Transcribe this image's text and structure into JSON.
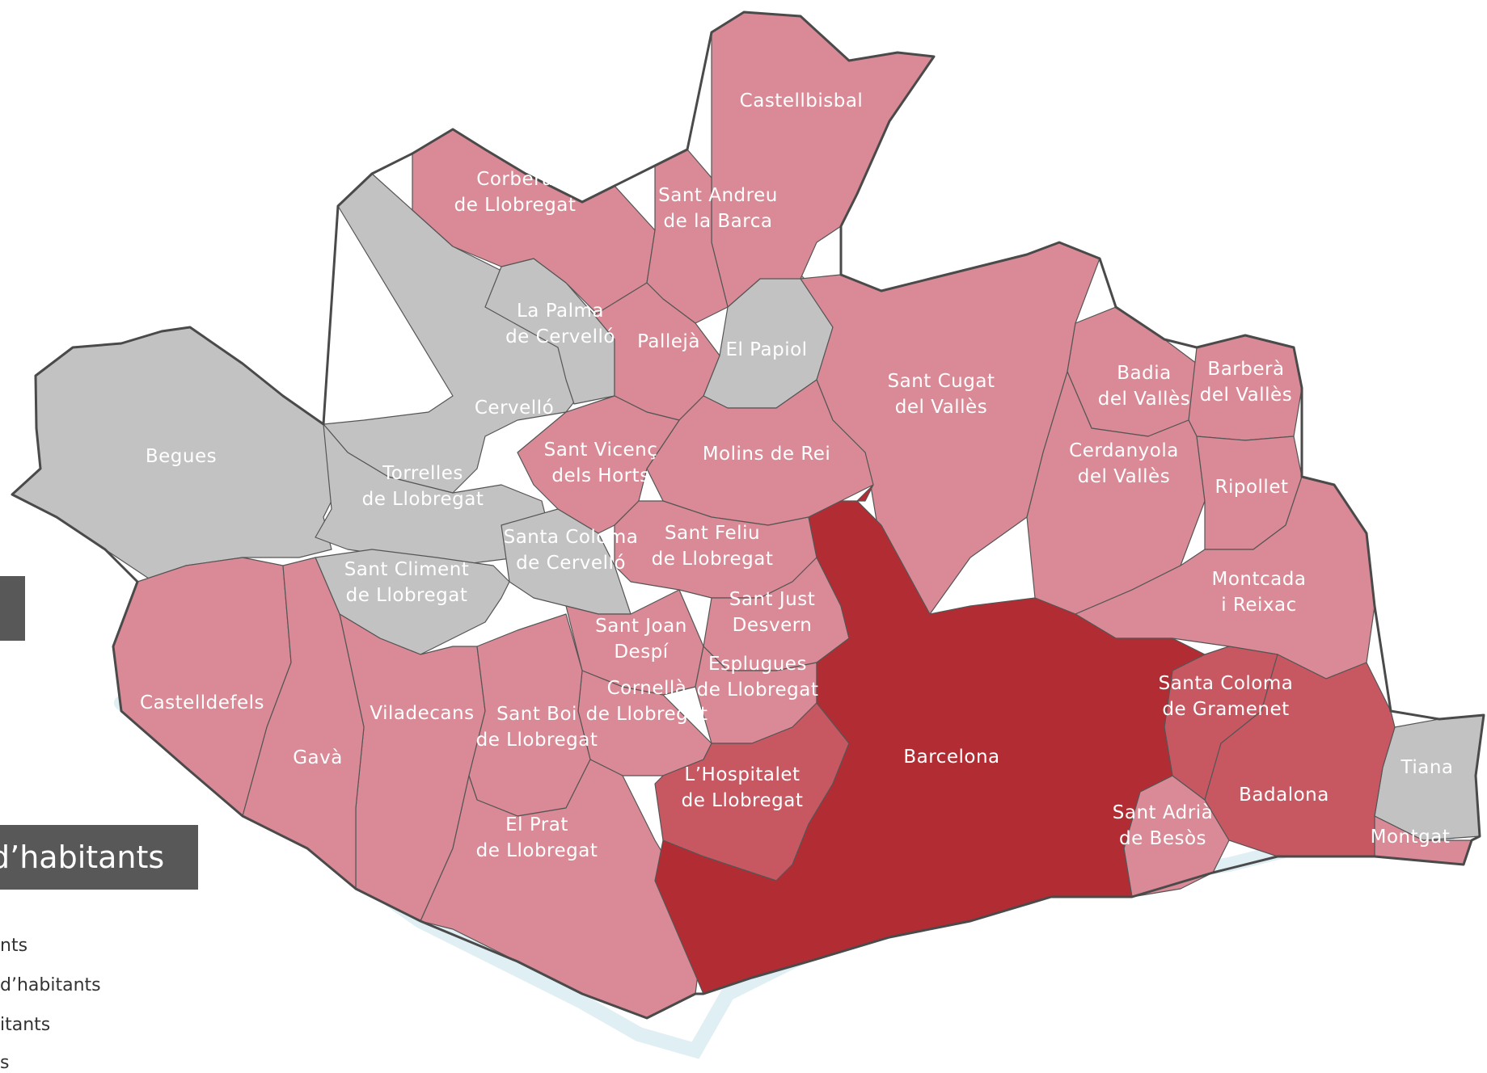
{
  "colors": {
    "gray": "#c2c2c2",
    "pink": "#d98a96",
    "medium": "#c75862",
    "dark": "#b22d33",
    "coast": "#e0eff3",
    "panel": "#585858"
  },
  "legend": {
    "title": "d’habitants",
    "items": [
      "nts",
      "d’habitants",
      "itants",
      "s"
    ]
  },
  "municipalities": [
    {
      "id": "begues",
      "lines": [
        "Begues"
      ],
      "level": "gray"
    },
    {
      "id": "cervello",
      "lines": [
        "Cervelló"
      ],
      "level": "gray"
    },
    {
      "id": "la-palma",
      "lines": [
        "La Palma",
        "de Cervelló"
      ],
      "level": "gray"
    },
    {
      "id": "torrelles",
      "lines": [
        "Torrelles",
        "de Llobregat"
      ],
      "level": "gray"
    },
    {
      "id": "santa-coloma-cervello",
      "lines": [
        "Santa Coloma",
        "de Cervelló"
      ],
      "level": "gray"
    },
    {
      "id": "sant-climent",
      "lines": [
        "Sant Climent",
        "de Llobregat"
      ],
      "level": "gray"
    },
    {
      "id": "el-papiol",
      "lines": [
        "El Papiol"
      ],
      "level": "gray"
    },
    {
      "id": "tiana",
      "lines": [
        "Tiana"
      ],
      "level": "gray"
    },
    {
      "id": "castellbisbal",
      "lines": [
        "Castellbisbal"
      ],
      "level": "pink"
    },
    {
      "id": "corbera",
      "lines": [
        "Corbera",
        "de Llobregat"
      ],
      "level": "pink"
    },
    {
      "id": "sant-andreu-barca",
      "lines": [
        "Sant Andreu",
        "de la Barca"
      ],
      "level": "pink"
    },
    {
      "id": "palleja",
      "lines": [
        "Pallejà"
      ],
      "level": "pink"
    },
    {
      "id": "sant-cugat",
      "lines": [
        "Sant Cugat",
        "del Vallès"
      ],
      "level": "pink"
    },
    {
      "id": "badia",
      "lines": [
        "Badia",
        "del Vallès"
      ],
      "level": "pink"
    },
    {
      "id": "barbera",
      "lines": [
        "Barberà",
        "del Vallès"
      ],
      "level": "pink"
    },
    {
      "id": "molins",
      "lines": [
        "Molins de Rei"
      ],
      "level": "pink"
    },
    {
      "id": "sant-vicenc",
      "lines": [
        "Sant Vicenç",
        "dels Horts"
      ],
      "level": "pink"
    },
    {
      "id": "cerdanyola",
      "lines": [
        "Cerdanyola",
        "del Vallès"
      ],
      "level": "pink"
    },
    {
      "id": "ripollet",
      "lines": [
        "Ripollet"
      ],
      "level": "pink"
    },
    {
      "id": "sant-feliu",
      "lines": [
        "Sant Feliu",
        "de Llobregat"
      ],
      "level": "pink"
    },
    {
      "id": "montcada",
      "lines": [
        "Montcada",
        "i Reixac"
      ],
      "level": "pink"
    },
    {
      "id": "sant-just",
      "lines": [
        "Sant Just",
        "Desvern"
      ],
      "level": "pink"
    },
    {
      "id": "sant-joan",
      "lines": [
        "Sant Joan",
        "Despí"
      ],
      "level": "pink"
    },
    {
      "id": "esplugues",
      "lines": [
        "Esplugues",
        "de Llobregat"
      ],
      "level": "pink"
    },
    {
      "id": "castelldefels",
      "lines": [
        "Castelldefels"
      ],
      "level": "pink"
    },
    {
      "id": "viladecans",
      "lines": [
        "Viladecans"
      ],
      "level": "pink"
    },
    {
      "id": "cornella",
      "lines": [
        "Cornellà",
        "de Llobregat"
      ],
      "level": "pink"
    },
    {
      "id": "sant-boi",
      "lines": [
        "Sant Boi",
        "de Llobregat"
      ],
      "level": "pink"
    },
    {
      "id": "gava",
      "lines": [
        "Gavà"
      ],
      "level": "pink"
    },
    {
      "id": "el-prat",
      "lines": [
        "El Prat",
        "de Llobregat"
      ],
      "level": "pink"
    },
    {
      "id": "sant-adria",
      "lines": [
        "Sant Adrià",
        "de Besòs"
      ],
      "level": "pink"
    },
    {
      "id": "montgat",
      "lines": [
        "Montgat"
      ],
      "level": "pink"
    },
    {
      "id": "hospitalet",
      "lines": [
        "L’Hospitalet",
        "de Llobregat"
      ],
      "level": "medium"
    },
    {
      "id": "santa-coloma-gramenet",
      "lines": [
        "Santa Coloma",
        "de Gramenet"
      ],
      "level": "medium"
    },
    {
      "id": "badalona",
      "lines": [
        "Badalona"
      ],
      "level": "medium"
    },
    {
      "id": "barcelona",
      "lines": [
        "Barcelona"
      ],
      "level": "dark"
    }
  ]
}
